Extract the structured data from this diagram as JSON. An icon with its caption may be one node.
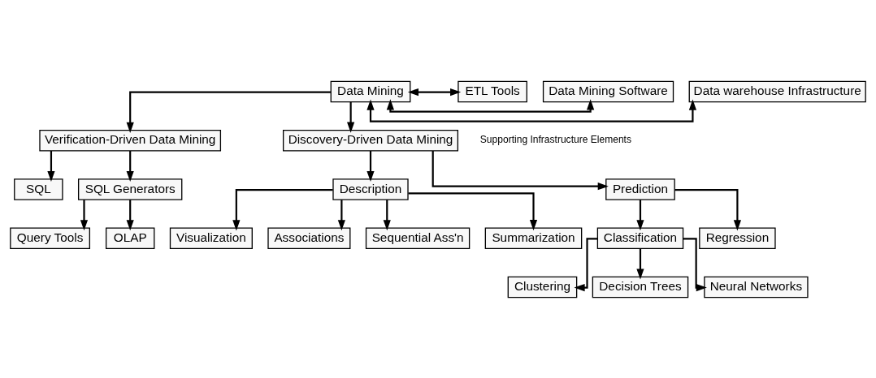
{
  "diagram": {
    "nodes": [
      {
        "text": [
          "Data Mining"
        ]
      },
      {
        "text": [
          "Data warehouse Infrastructure"
        ]
      },
      {
        "text": [
          "Data Mining Software"
        ]
      },
      {
        "text": [
          "ETL Tools"
        ]
      },
      {
        "text": [
          "Verification-Driven Data Mining"
        ]
      },
      {
        "text": [
          "Discovery-Driven Data Mining"
        ]
      },
      {
        "text": [
          "SQL"
        ]
      },
      {
        "text": [
          "SQL Generators"
        ]
      },
      {
        "text": [
          "Description"
        ]
      },
      {
        "text": [
          "Prediction"
        ]
      },
      {
        "text": [
          "Query Tools"
        ]
      },
      {
        "text": [
          "OLAP"
        ]
      },
      {
        "text": [
          "Visualization"
        ]
      },
      {
        "text": [
          "Associations"
        ]
      },
      {
        "text": [
          "Sequential Ass'n"
        ]
      },
      {
        "text": [
          "Summarization"
        ]
      },
      {
        "text": [
          "Classification"
        ]
      },
      {
        "text": [
          "Regression"
        ]
      },
      {
        "text": [
          "Clustering"
        ]
      },
      {
        "text": [
          "Decision Trees"
        ]
      },
      {
        "text": [
          "Neural Networks"
        ]
      }
    ],
    "edges": [
      {
        "from": 0,
        "to": 1,
        "arrow": "both"
      },
      {
        "from": 0,
        "to": 2,
        "arrow": "both"
      },
      {
        "from": 0,
        "to": 3,
        "arrow": "both"
      },
      {
        "from": 0,
        "to": 4,
        "arrow": "to"
      },
      {
        "from": 0,
        "to": 5,
        "arrow": "to"
      },
      {
        "from": 4,
        "to": 6,
        "arrow": "to"
      },
      {
        "from": 4,
        "to": 7,
        "arrow": "to"
      },
      {
        "from": 5,
        "to": 8,
        "arrow": "to"
      },
      {
        "from": 5,
        "to": 9,
        "arrow": "to"
      },
      {
        "from": 7,
        "to": 10,
        "arrow": "to"
      },
      {
        "from": 7,
        "to": 11,
        "arrow": "to"
      },
      {
        "from": 8,
        "to": 12,
        "arrow": "to"
      },
      {
        "from": 8,
        "to": 13,
        "arrow": "to"
      },
      {
        "from": 8,
        "to": 14,
        "arrow": "to"
      },
      {
        "from": 8,
        "to": 15,
        "arrow": "to"
      },
      {
        "from": 9,
        "to": 16,
        "arrow": "to"
      },
      {
        "from": 9,
        "to": 17,
        "arrow": "to"
      },
      {
        "from": 16,
        "to": 18,
        "arrow": "to"
      },
      {
        "from": 16,
        "to": 19,
        "arrow": "to"
      },
      {
        "from": 16,
        "to": 20,
        "arrow": "to"
      }
    ],
    "labels": [
      "Supporting Infrastructure Elements"
    ]
  }
}
